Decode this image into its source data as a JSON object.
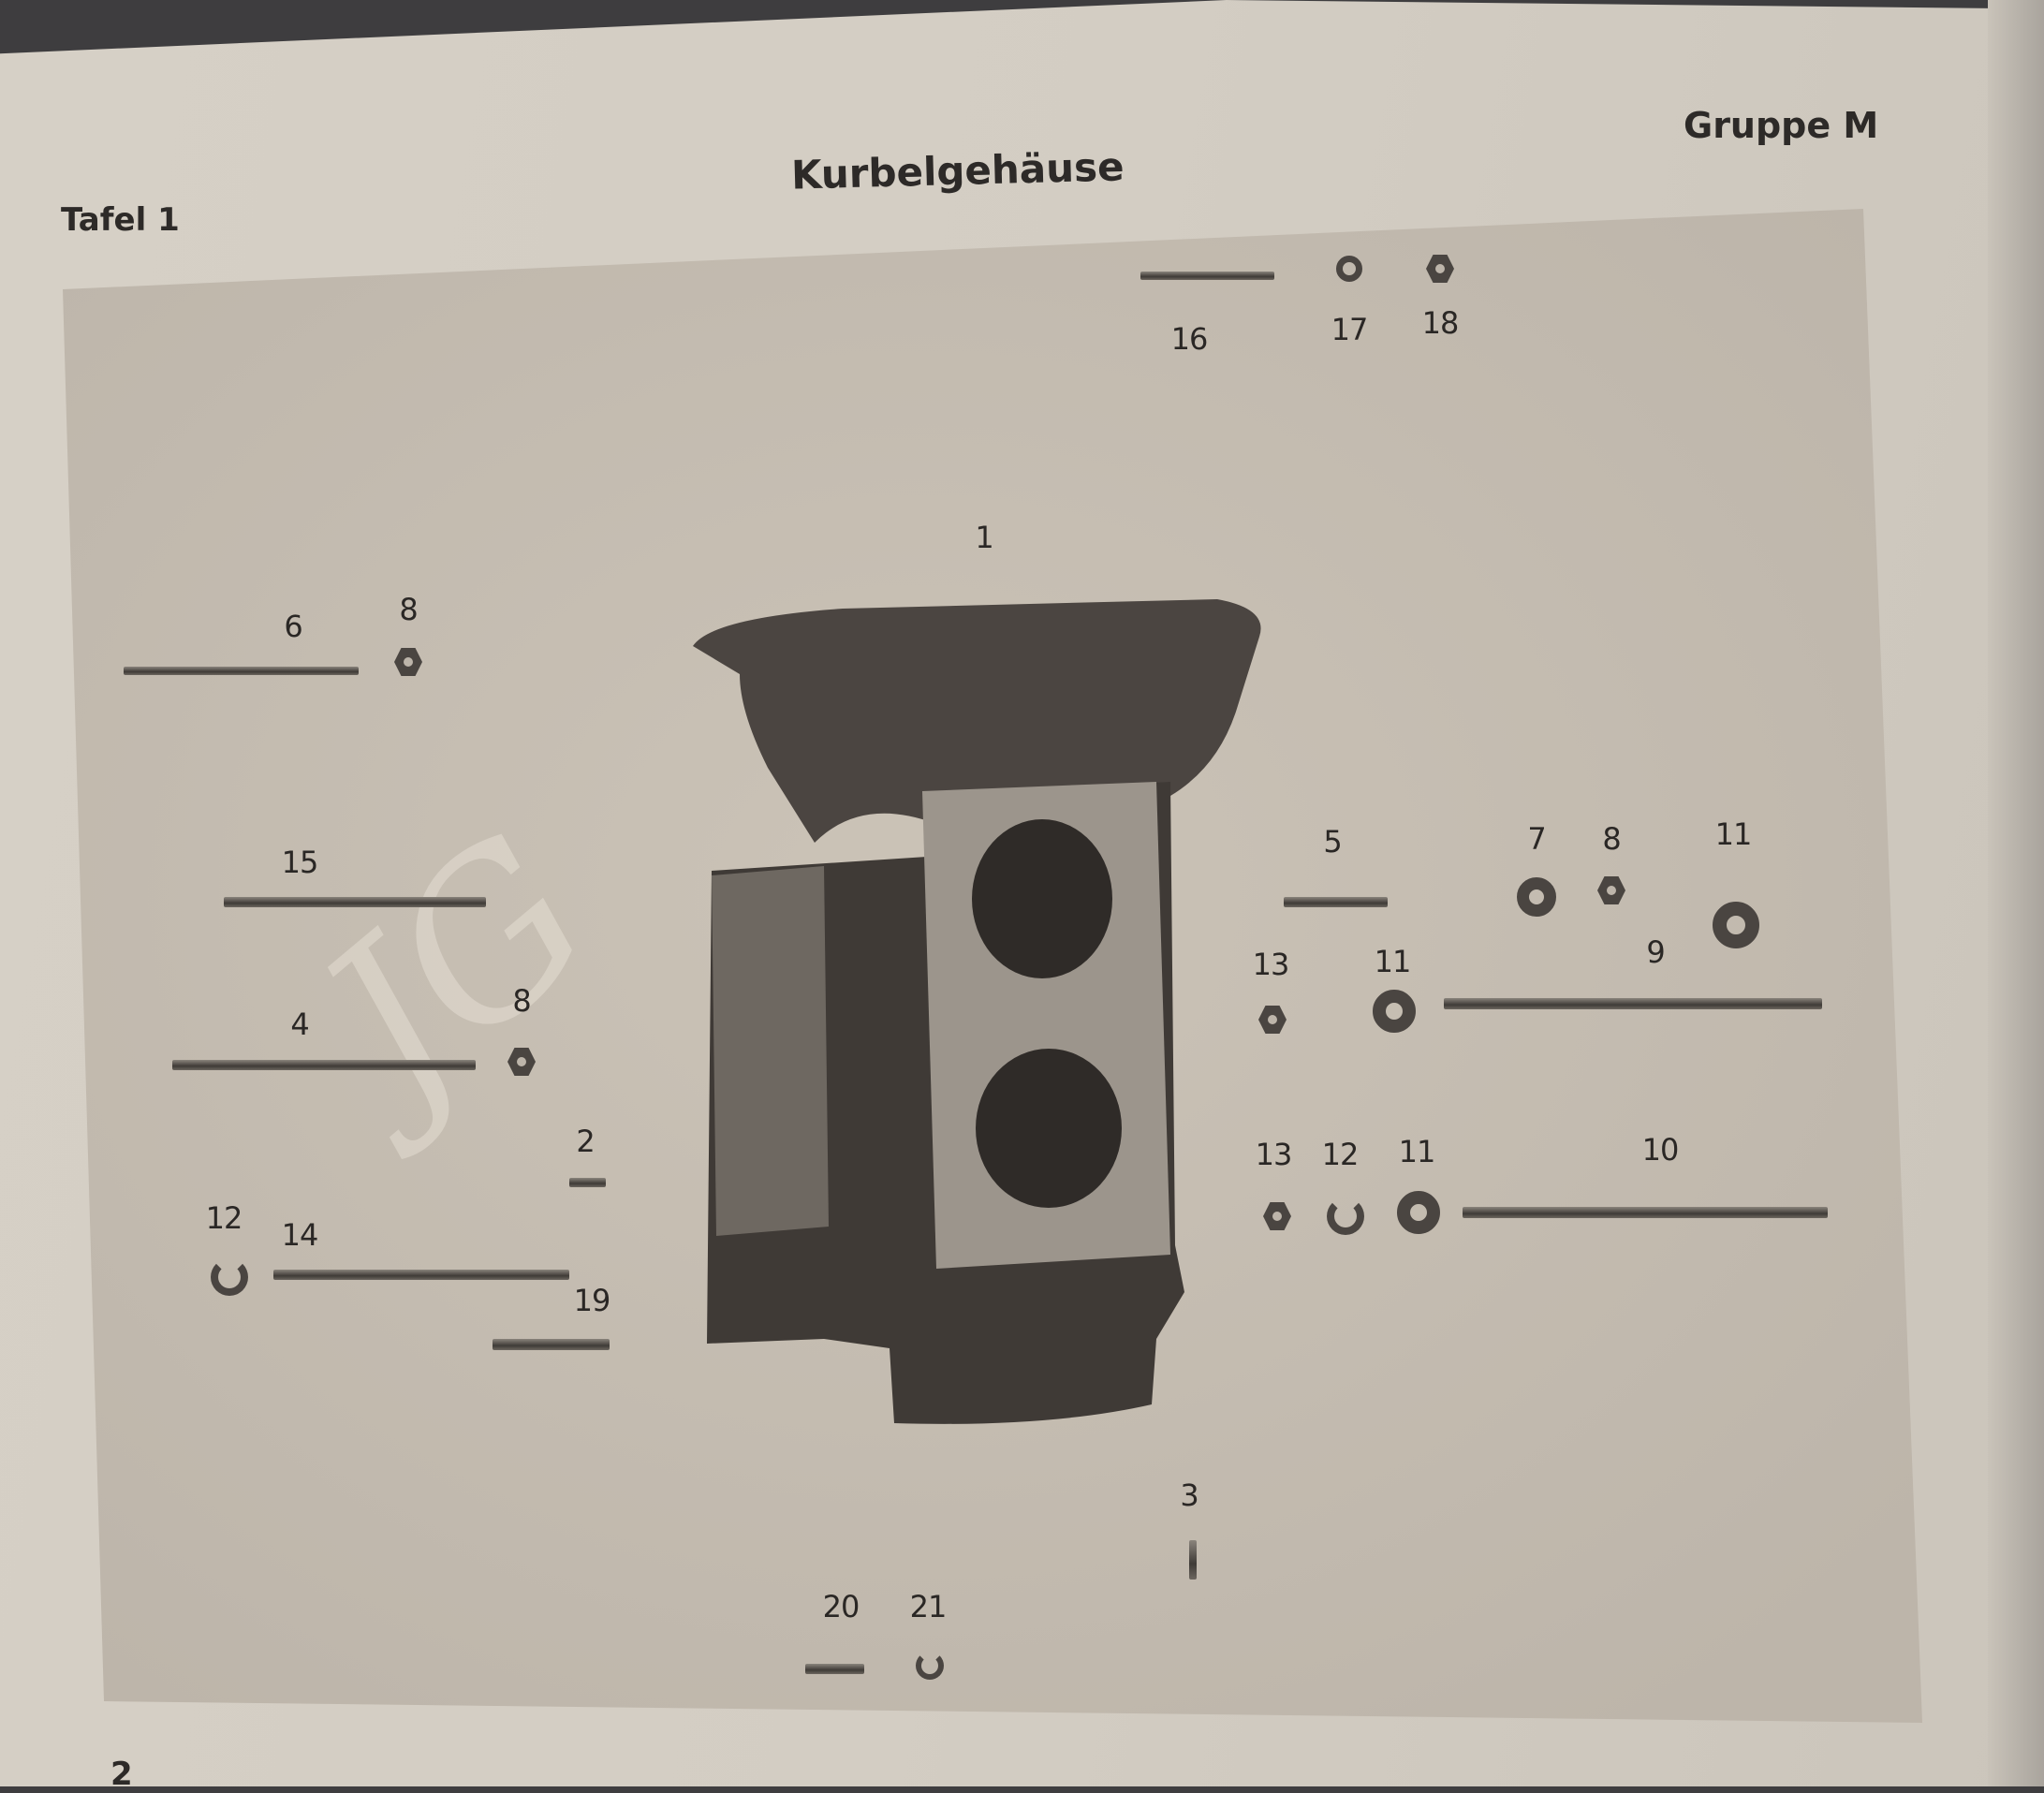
{
  "header": {
    "group": "Gruppe M",
    "title": "Kurbelgehäuse",
    "plate": "Tafel 1"
  },
  "page_number": "2",
  "watermark": "JG",
  "callouts": [
    "1",
    "2",
    "3",
    "4",
    "5",
    "6",
    "7",
    "8",
    "9",
    "10",
    "11",
    "12",
    "13",
    "14",
    "15",
    "16",
    "17",
    "18",
    "19",
    "20",
    "21"
  ]
}
